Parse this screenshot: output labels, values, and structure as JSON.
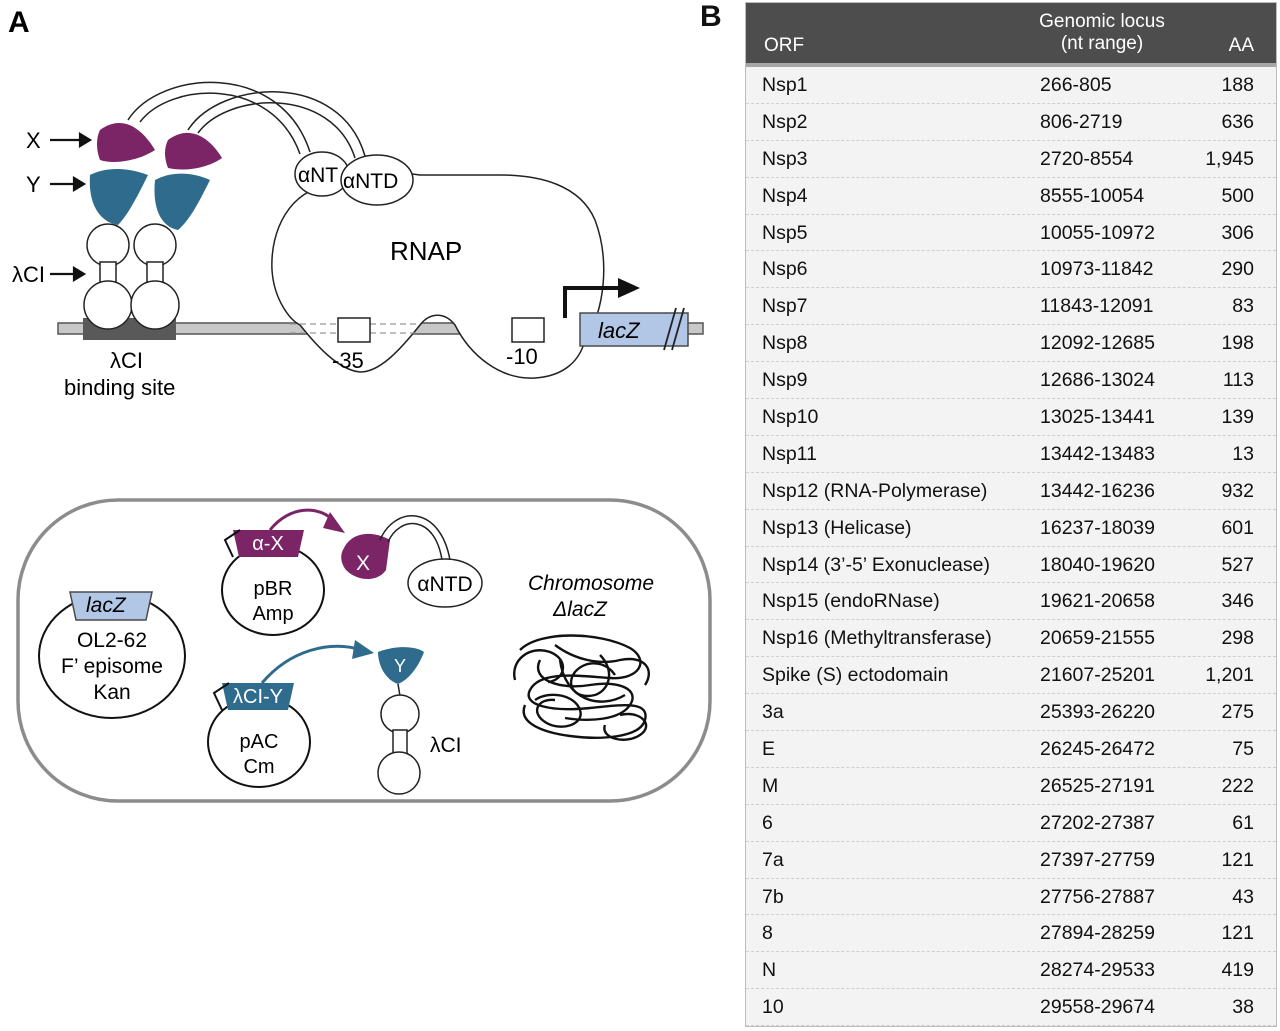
{
  "panel_a": {
    "letter": "A",
    "label_x": "X",
    "label_y": "Y",
    "label_lambda_ci": "λCI",
    "antnd_1": "αNT",
    "antnd_2": "αNTD",
    "rnap": "RNAP",
    "minus35": "-35",
    "minus10": "-10",
    "lacz": "lacZ",
    "binding_site_line1": "λCI",
    "binding_site_line2": "binding site",
    "cell": {
      "lacz": "lacZ",
      "episome_line1": "OL2-62",
      "episome_line2": "F’ episome",
      "episome_line3": "Kan",
      "alpha_x": "α-X",
      "pbr_line1": "pBR",
      "pbr_line2": "Amp",
      "x": "X",
      "antnd": "αNTD",
      "lambda_ci_y": "λCI-Y",
      "pac_line1": "pAC",
      "pac_line2": "Cm",
      "y": "Y",
      "lambda_ci": "λCI",
      "chromosome_line1": "Chromosome",
      "chromosome_line2": "ΔlacZ"
    },
    "colors": {
      "purple": "#7b2566",
      "teal": "#2e6b8c",
      "lacz_fill": "#b2c6e6",
      "dark_gray": "#555555"
    }
  },
  "panel_b": {
    "letter": "B",
    "headers": {
      "orf": "ORF",
      "locus_line1": "Genomic locus",
      "locus_line2": "(nt range)",
      "aa": "AA"
    },
    "rows": [
      {
        "orf": "Nsp1",
        "locus": "266-805",
        "aa": "188"
      },
      {
        "orf": "Nsp2",
        "locus": "806-2719",
        "aa": "636"
      },
      {
        "orf": "Nsp3",
        "locus": "2720-8554",
        "aa": "1,945"
      },
      {
        "orf": "Nsp4",
        "locus": "8555-10054",
        "aa": "500"
      },
      {
        "orf": "Nsp5",
        "locus": "10055-10972",
        "aa": "306"
      },
      {
        "orf": "Nsp6",
        "locus": "10973-11842",
        "aa": "290"
      },
      {
        "orf": "Nsp7",
        "locus": "11843-12091",
        "aa": "83"
      },
      {
        "orf": "Nsp8",
        "locus": "12092-12685",
        "aa": "198"
      },
      {
        "orf": "Nsp9",
        "locus": "12686-13024",
        "aa": "113"
      },
      {
        "orf": "Nsp10",
        "locus": "13025-13441",
        "aa": "139"
      },
      {
        "orf": "Nsp11",
        "locus": "13442-13483",
        "aa": "13"
      },
      {
        "orf": "Nsp12 (RNA-Polymerase)",
        "locus": "13442-16236",
        "aa": "932"
      },
      {
        "orf": "Nsp13 (Helicase)",
        "locus": "16237-18039",
        "aa": "601"
      },
      {
        "orf": "Nsp14 (3’-5’ Exonuclease)",
        "locus": "18040-19620",
        "aa": "527"
      },
      {
        "orf": "Nsp15 (endoRNase)",
        "locus": "19621-20658",
        "aa": "346"
      },
      {
        "orf": "Nsp16 (Methyltransferase)",
        "locus": "20659-21555",
        "aa": "298"
      },
      {
        "orf": "Spike (S) ectodomain",
        "locus": "21607-25201",
        "aa": "1,201"
      },
      {
        "orf": "3a",
        "locus": "25393-26220",
        "aa": "275"
      },
      {
        "orf": "E",
        "locus": "26245-26472",
        "aa": "75"
      },
      {
        "orf": "M",
        "locus": "26525-27191",
        "aa": "222"
      },
      {
        "orf": "6",
        "locus": "27202-27387",
        "aa": "61"
      },
      {
        "orf": "7a",
        "locus": "27397-27759",
        "aa": "121"
      },
      {
        "orf": "7b",
        "locus": "27756-27887",
        "aa": "43"
      },
      {
        "orf": "8",
        "locus": "27894-28259",
        "aa": "121"
      },
      {
        "orf": "N",
        "locus": "28274-29533",
        "aa": "419"
      },
      {
        "orf": "10",
        "locus": "29558-29674",
        "aa": "38"
      }
    ]
  }
}
